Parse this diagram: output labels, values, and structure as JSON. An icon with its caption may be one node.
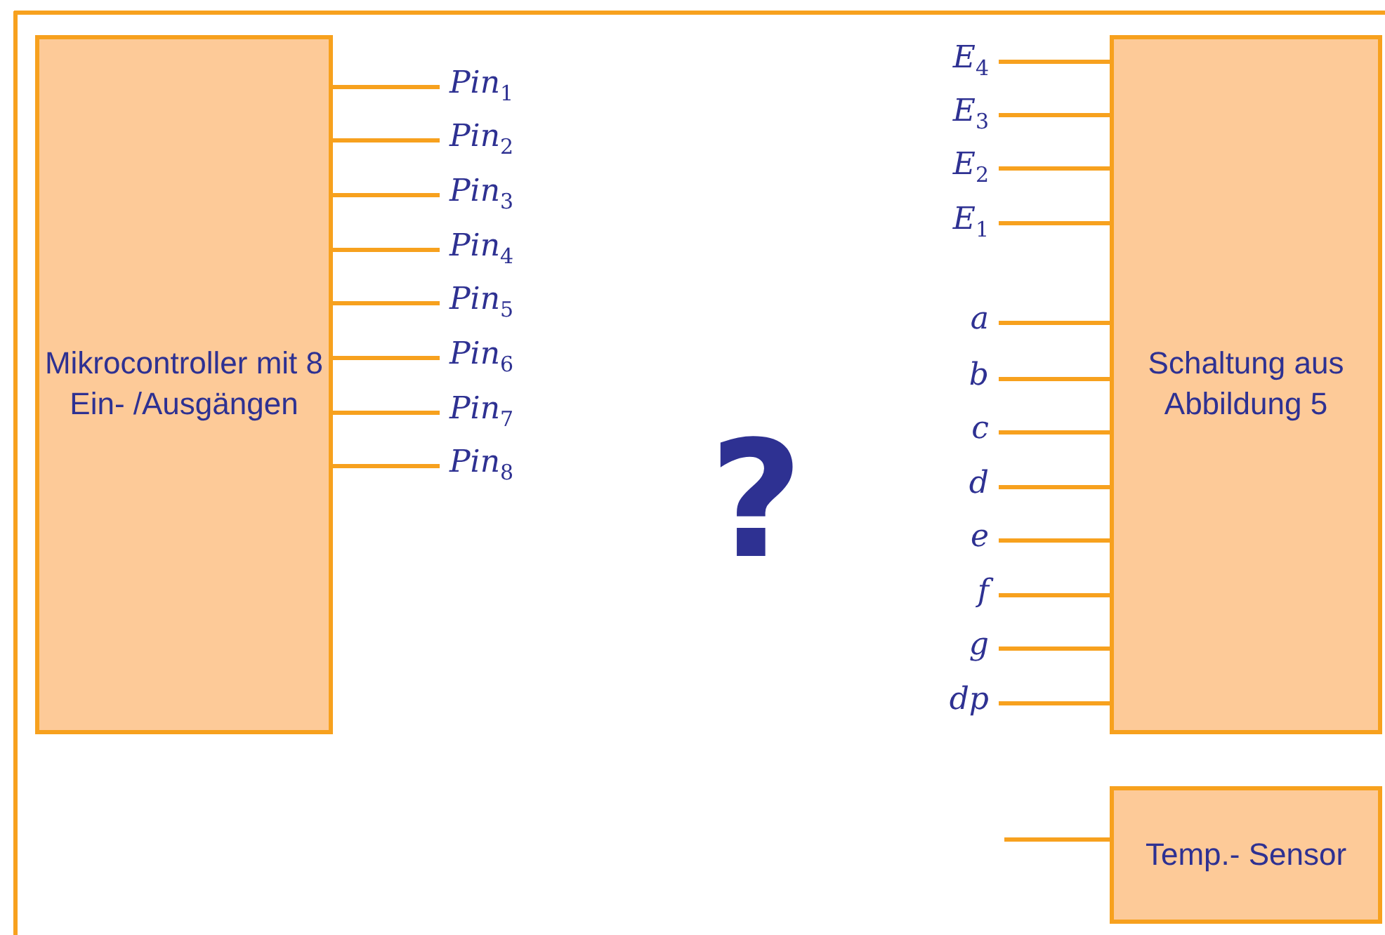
{
  "diagram": {
    "nodes": [
      {
        "text": [
          "Mikrocontroller mit 8 Ein- /Ausgängen"
        ]
      },
      {
        "text": [
          "Schaltung aus Abbildung 5"
        ]
      },
      {
        "text": [
          "Temp.- Sensor"
        ]
      }
    ],
    "edges": [
      {
        "from": 0,
        "to": null,
        "arrow": "none",
        "label": "Pin$_{1}$"
      },
      {
        "from": 0,
        "to": null,
        "arrow": "none",
        "label": "Pin$_{2}$"
      },
      {
        "from": 0,
        "to": null,
        "arrow": "none",
        "label": "Pin$_{3}$"
      },
      {
        "from": 0,
        "to": null,
        "arrow": "none",
        "label": "Pin$_{4}$"
      },
      {
        "from": 0,
        "to": null,
        "arrow": "none",
        "label": "Pin$_{5}$"
      },
      {
        "from": 0,
        "to": null,
        "arrow": "none",
        "label": "Pin$_{6}$"
      },
      {
        "from": 0,
        "to": null,
        "arrow": "none",
        "label": "Pin$_{7}$"
      },
      {
        "from": 0,
        "to": null,
        "arrow": "none",
        "label": "Pin$_{8}$"
      },
      {
        "from": null,
        "to": 1,
        "arrow": "none",
        "label": "E$_{4}$"
      },
      {
        "from": null,
        "to": 1,
        "arrow": "none",
        "label": "E$_{3}$"
      },
      {
        "from": null,
        "to": 1,
        "arrow": "none",
        "label": "E$_{2}$"
      },
      {
        "from": null,
        "to": 1,
        "arrow": "none",
        "label": "E$_{1}$"
      },
      {
        "from": null,
        "to": 1,
        "arrow": "none",
        "label": "a"
      },
      {
        "from": null,
        "to": 1,
        "arrow": "none",
        "label": "b"
      },
      {
        "from": null,
        "to": 1,
        "arrow": "none",
        "label": "c"
      },
      {
        "from": null,
        "to": 1,
        "arrow": "none",
        "label": "d"
      },
      {
        "from": null,
        "to": 1,
        "arrow": "none",
        "label": "e"
      },
      {
        "from": null,
        "to": 1,
        "arrow": "none",
        "label": "f"
      },
      {
        "from": null,
        "to": 1,
        "arrow": "none",
        "label": "g"
      },
      {
        "from": null,
        "to": 1,
        "arrow": "none",
        "label": "dp"
      },
      {
        "from": null,
        "to": 2,
        "arrow": "none"
      }
    ],
    "labels": [
      "?"
    ]
  }
}
